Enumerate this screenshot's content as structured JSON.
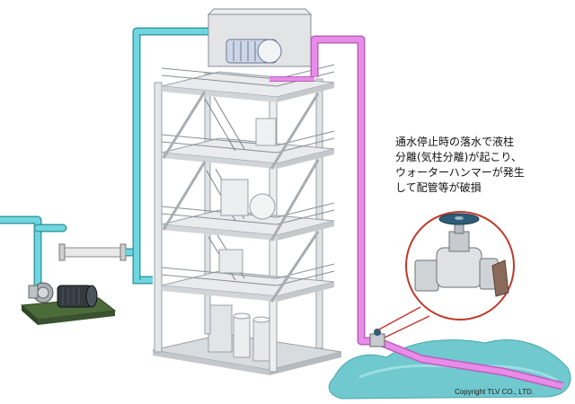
{
  "caption": {
    "lines": [
      "通水停止時の落水で液柱",
      "分離(気柱分離)が起こり、",
      "ウォーターハンマーが発生",
      "して配管等が破損"
    ]
  },
  "copyright": "Copyright TLV CO., LTD.",
  "colors": {
    "supply_pipe": "#6fd6e0",
    "return_pipe": "#e98be9",
    "water_pool": "#6fc9cf",
    "frame": "#e4e6e8",
    "pump_base": "#4c6b3a",
    "motor": "#333a40",
    "valve_handwheel": "#2f5c78",
    "callout_ring": "#c0392b"
  },
  "icons": [
    "pump-icon",
    "motor-icon",
    "globe-valve-icon",
    "heat-exchanger-icon",
    "water-spill-icon"
  ]
}
